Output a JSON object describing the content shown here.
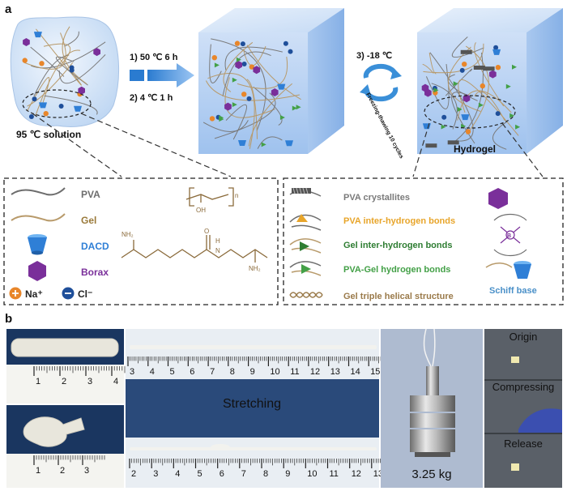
{
  "panel_a": {
    "label": "a",
    "step1": "1) 50 ℃  6 h",
    "step2": "2) 4 ℃   1 h",
    "step3": "3) -18 ℃",
    "cycle_text": "Freezing-thawing 10 cycles",
    "solution_caption": "95 ℃ solution",
    "hydrogel_caption": "Hydrogel"
  },
  "legend_left": {
    "pva": "PVA",
    "gel": "Gel",
    "dacd": "DACD",
    "borax": "Borax",
    "na": "Na⁺",
    "cl": "Cl⁻",
    "chem_n": "n",
    "chem_oh": "OH",
    "chem_h": "H",
    "chem_n_atom": "N",
    "chem_o": "O",
    "chem_nh2_left": "NH₂",
    "chem_nh2_right": "NH₂"
  },
  "legend_right": {
    "crystallites": "PVA crystallites",
    "pva_hbonds": "PVA inter-hydrogen bonds",
    "gel_hbonds": "Gel inter-hydrogen bonds",
    "pva_gel_hbonds": "PVA-Gel hydrogen bonds",
    "triple_helix": "Gel triple helical structure",
    "schiff": "Schiff base",
    "boron": "B"
  },
  "panel_b": {
    "label": "b",
    "stretching": "Stretching",
    "weight": "3.25 kg",
    "origin": "Origin",
    "compressing": "Compressing",
    "release": "Release",
    "ruler1_ticks": [
      "1",
      "2",
      "3",
      "4"
    ],
    "ruler2_ticks": [
      "3",
      "4",
      "5",
      "6",
      "7",
      "8",
      "9",
      "10",
      "11",
      "12",
      "13",
      "14",
      "15"
    ],
    "ruler3_ticks": [
      "1",
      "2",
      "3"
    ],
    "ruler4_ticks": [
      "2",
      "3",
      "4",
      "5",
      "6",
      "7",
      "8",
      "9",
      "10",
      "11",
      "12",
      "13"
    ]
  },
  "colors": {
    "pva_line": "#7a7a7a",
    "gel_line": "#b89a6a",
    "dacd": "#2f7fd6",
    "borax": "#7a2f9a",
    "na": "#e8862a",
    "cl": "#1f4f9a",
    "pva_hbond": "#e8a52a",
    "gel_hbond": "#2e7d32",
    "pva_gel_hbond": "#43a047",
    "triple_helix": "#9a7a4a",
    "schiff_text": "#4a90c8",
    "arrow": "#4a9be0"
  }
}
